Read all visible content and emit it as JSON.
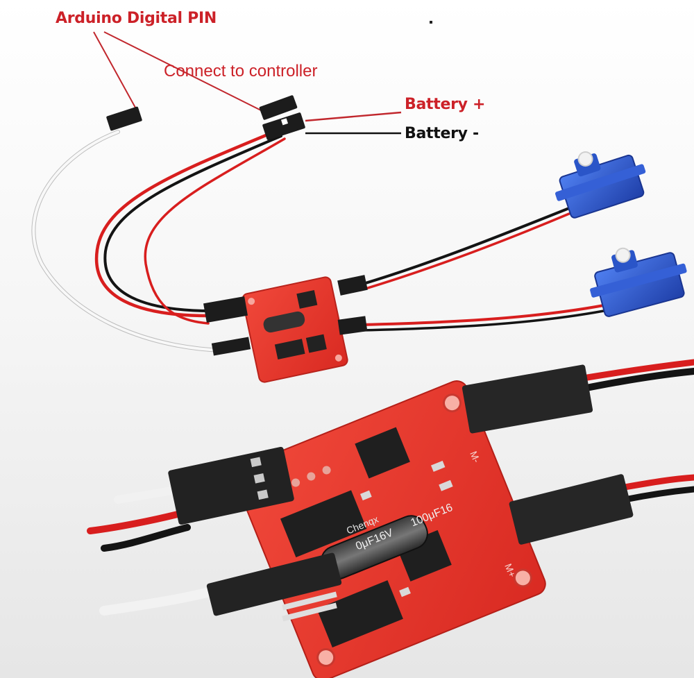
{
  "labels": {
    "arduino_pin": "Arduino Digital PIN",
    "connect_controller": "Connect to controller",
    "battery_plus": "Battery +",
    "battery_minus": "Battery -"
  },
  "board_text": {
    "cap_brand": "Chenqx",
    "cap_rating_left": "0μF16V",
    "cap_rating_right": "100μF16",
    "motor_plus": "M+",
    "motor_minus": "M-"
  },
  "colors": {
    "label_red": "#cc2128",
    "label_black": "#111111",
    "pcb_red": "#e8342a",
    "servo_blue": "#2a55c8",
    "wire_red": "#d81e1e",
    "wire_black": "#141414",
    "wire_white": "#f4f4f4",
    "connector_black": "#1c1c1c"
  },
  "icons": {
    "servo": "servo-motor-icon",
    "pcb": "motor-driver-board-icon",
    "connector": "dupont-connector-icon"
  }
}
